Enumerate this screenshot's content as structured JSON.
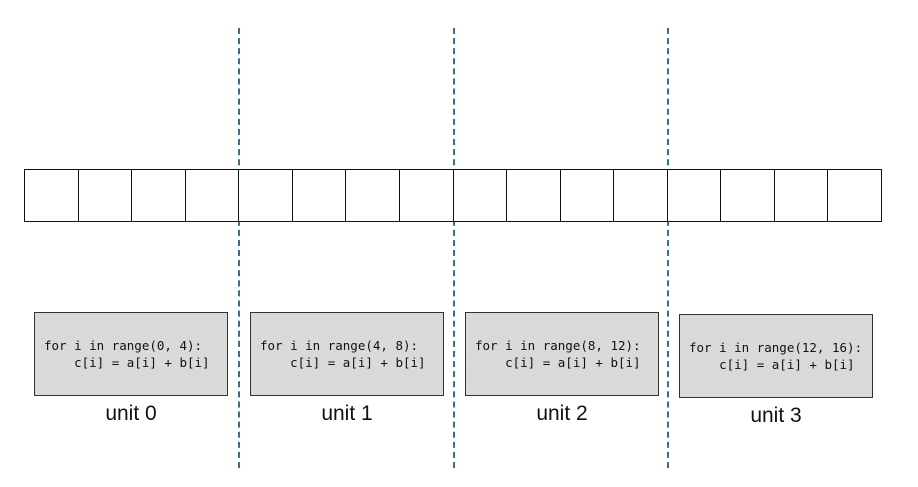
{
  "diagram": {
    "cell_count": 16,
    "divider_color": "#3b6e8a",
    "box_fill": "#d9d9d9",
    "units": [
      {
        "label": "unit 0",
        "code_line1": "for i in range(0, 4):",
        "code_line2": "    c[i] = a[i] + b[i]"
      },
      {
        "label": "unit 1",
        "code_line1": "for i in range(4, 8):",
        "code_line2": "    c[i] = a[i] + b[i]"
      },
      {
        "label": "unit 2",
        "code_line1": "for i in range(8, 12):",
        "code_line2": "    c[i] = a[i] + b[i]"
      },
      {
        "label": "unit 3",
        "code_line1": "for i in range(12, 16):",
        "code_line2": "    c[i] = a[i] + b[i]"
      }
    ]
  }
}
